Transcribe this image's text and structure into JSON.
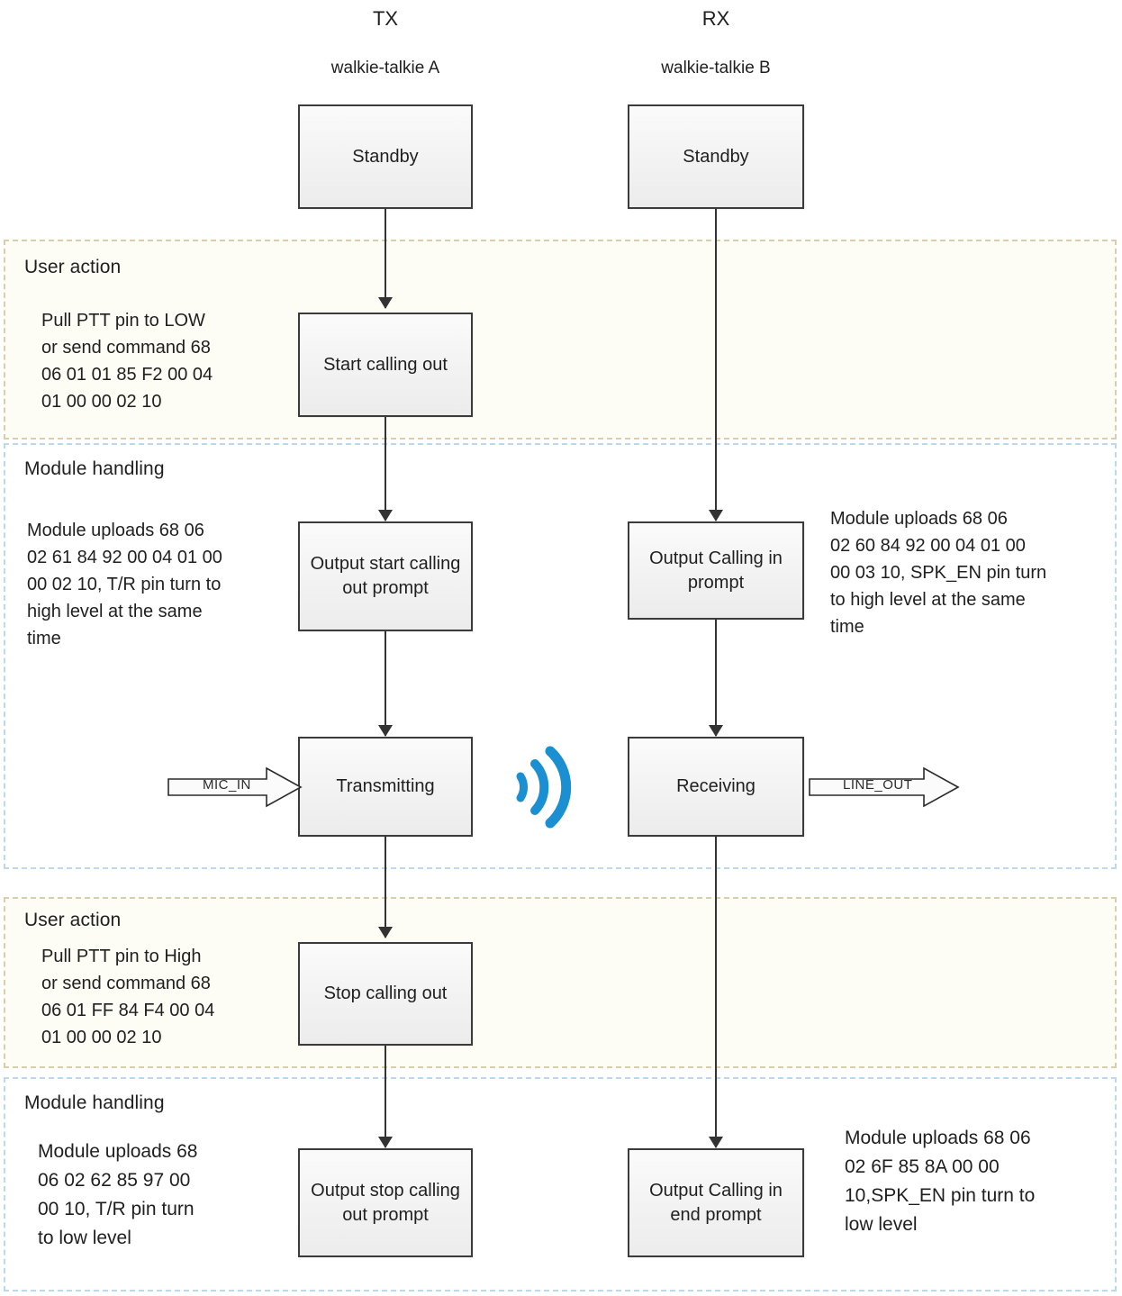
{
  "columns": {
    "tx": {
      "title": "TX",
      "subtitle": "walkie-talkie A"
    },
    "rx": {
      "title": "RX",
      "subtitle": "walkie-talkie B"
    }
  },
  "boxes": {
    "tx_standby": "Standby",
    "rx_standby": "Standby",
    "tx_start_calling": "Start calling out",
    "tx_output_start_prompt": "Output start calling out prompt",
    "rx_output_calling_in_prompt": "Output Calling in  prompt",
    "tx_transmitting": "Transmitting",
    "rx_receiving": "Receiving",
    "tx_stop_calling": "Stop calling out",
    "tx_output_stop_prompt": "Output stop calling out prompt",
    "rx_output_calling_in_end_prompt": "Output Calling in end prompt"
  },
  "bands": [
    {
      "id": "user-action-1",
      "kind": "user-action",
      "title": "User action",
      "note": "Pull PTT pin to LOW\nor send command 68\n06 01 01 85 F2 00 04\n01 00 00 02 10"
    },
    {
      "id": "module-handling-1",
      "kind": "module-handling",
      "title": "Module handling",
      "note_left": "Module uploads 68 06\n02 61 84 92 00 04 01 00\n00 02 10, T/R pin turn to\nhigh level at the same\ntime",
      "note_right": "Module uploads   68 06\n02 60 84 92 00 04 01 00\n00 03 10, SPK_EN pin turn\nto high level at the same\ntime"
    },
    {
      "id": "user-action-2",
      "kind": "user-action",
      "title": "User action",
      "note": "Pull PTT pin to High\nor send command 68\n06 01 FF 84 F4 00 04\n01 00 00 02 10"
    },
    {
      "id": "module-handling-2",
      "kind": "module-handling",
      "title": "Module handling",
      "note_left": "Module uploads 68\n06 02 62 85 97 00\n00  10, T/R pin turn\nto low level",
      "note_right": "Module uploads 68 06\n02  6F  85  8A  00  00\n10,SPK_EN pin turn to\nlow level"
    }
  ],
  "signals": {
    "mic_in": "MIC_IN",
    "line_out": "LINE_OUT",
    "wireless_icon": "wireless-waves-icon"
  },
  "colors": {
    "user_action_border": "#d9cfae",
    "user_action_fill": "#fdfcf5",
    "module_border": "#bcd9ee",
    "box_border": "#3b3b3b",
    "connector": "#333333",
    "wave_blue": "#1a8fd1"
  }
}
